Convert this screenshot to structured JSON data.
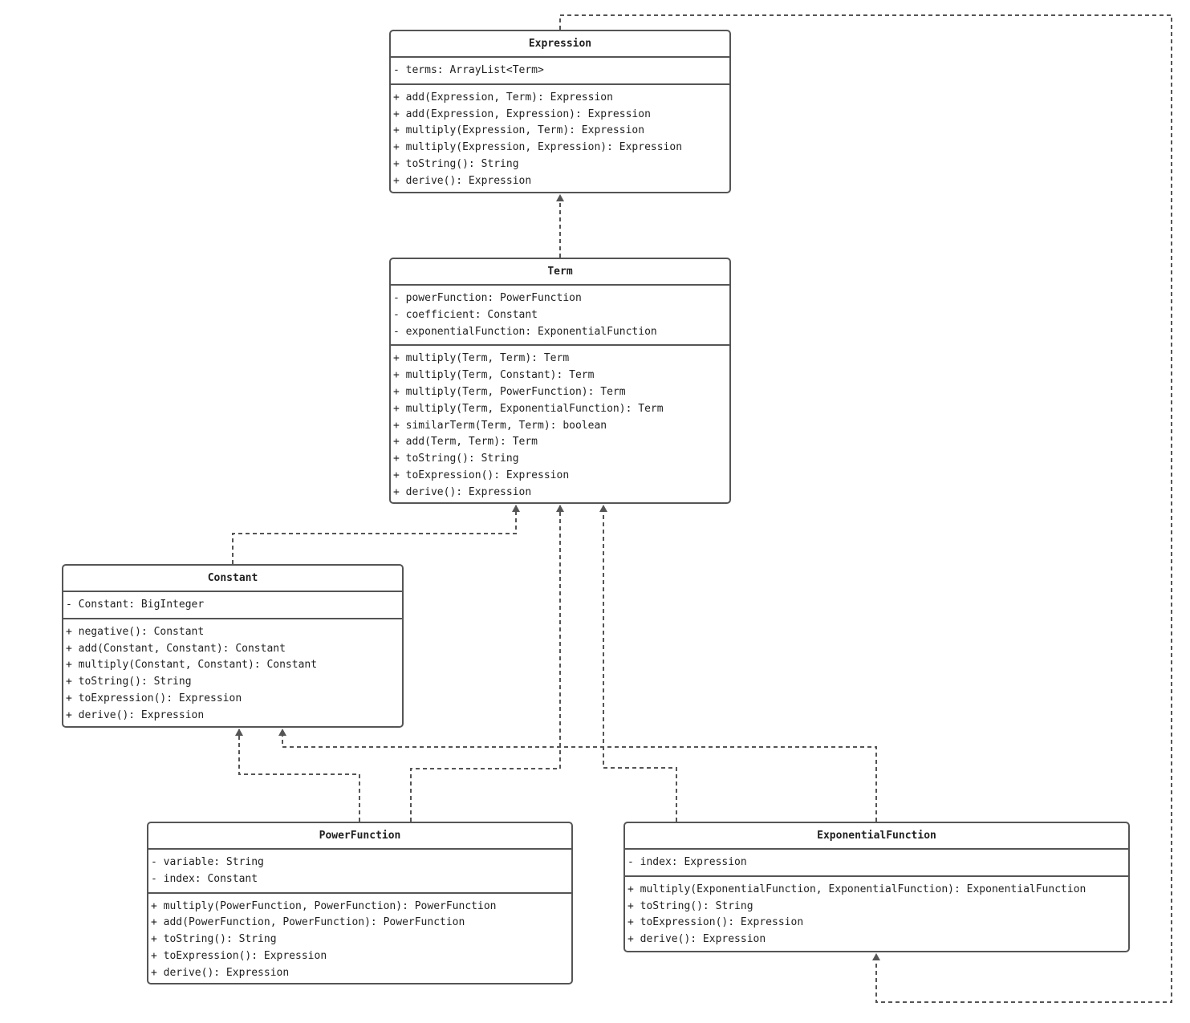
{
  "classes": {
    "expression": {
      "name": "Expression",
      "attributes": [
        "- terms: ArrayList<Term>"
      ],
      "operations": [
        "+ add(Expression, Term): Expression",
        "+ add(Expression, Expression): Expression",
        "+ multiply(Expression, Term): Expression",
        "+ multiply(Expression, Expression): Expression",
        "+ toString(): String",
        "+ derive(): Expression"
      ]
    },
    "term": {
      "name": "Term",
      "attributes": [
        "- powerFunction: PowerFunction",
        "- coefficient: Constant",
        "- exponentialFunction: ExponentialFunction"
      ],
      "operations": [
        "+ multiply(Term, Term): Term",
        "+ multiply(Term, Constant): Term",
        "+ multiply(Term, PowerFunction): Term",
        "+ multiply(Term, ExponentialFunction): Term",
        "+ similarTerm(Term, Term): boolean",
        "+ add(Term, Term): Term",
        "+ toString(): String",
        "+ toExpression(): Expression",
        "+ derive(): Expression"
      ]
    },
    "constant": {
      "name": "Constant",
      "attributes": [
        "- Constant: BigInteger"
      ],
      "operations": [
        "+ negative(): Constant",
        "+ add(Constant, Constant): Constant",
        "+ multiply(Constant, Constant): Constant",
        "+ toString(): String",
        "+ toExpression(): Expression",
        "+ derive(): Expression"
      ]
    },
    "powerFunction": {
      "name": "PowerFunction",
      "attributes": [
        "- variable: String",
        "- index: Constant"
      ],
      "operations": [
        "+ multiply(PowerFunction, PowerFunction): PowerFunction",
        "+ add(PowerFunction, PowerFunction): PowerFunction",
        "+ toString(): String",
        "+ toExpression(): Expression",
        "+ derive(): Expression"
      ]
    },
    "exponentialFunction": {
      "name": "ExponentialFunction",
      "attributes": [
        "- index: Expression"
      ],
      "operations": [
        "+ multiply(ExponentialFunction, ExponentialFunction): ExponentialFunction",
        "+ toString(): String",
        "+ toExpression(): Expression",
        "+ derive(): Expression"
      ]
    }
  },
  "colors": {
    "line": "#555555",
    "text": "#1f1f1f",
    "background": "#ffffff"
  },
  "edges": [
    {
      "from": "term",
      "to": "expression",
      "style": "dashed-arrow"
    },
    {
      "from": "constant",
      "to": "term",
      "style": "dashed-arrow"
    },
    {
      "from": "powerFunction",
      "to": "term",
      "style": "dashed-arrow"
    },
    {
      "from": "exponentialFunction",
      "to": "term",
      "style": "dashed-arrow"
    },
    {
      "from": "powerFunction",
      "to": "constant",
      "style": "dashed-arrow"
    },
    {
      "from": "exponentialFunction",
      "to": "constant",
      "style": "dashed-arrow"
    },
    {
      "from": "expression",
      "to": "exponentialFunction",
      "style": "dashed-arrow"
    }
  ]
}
